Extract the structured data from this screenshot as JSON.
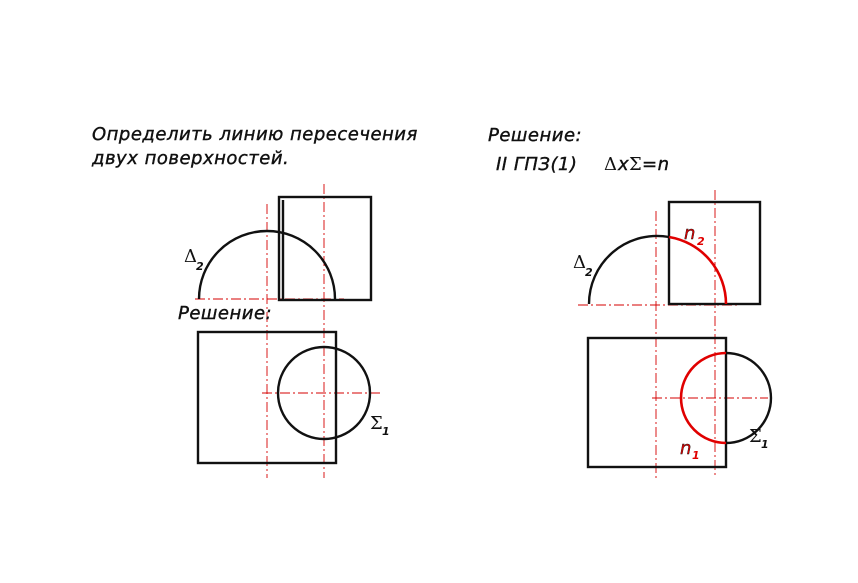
{
  "task": {
    "line1": "Определить  линию  пересечения",
    "line2": "двух  поверхностей."
  },
  "left": {
    "solution_label": "Решение:",
    "delta_symbol": "Δ",
    "delta_index": "2",
    "sigma_symbol": "Σ",
    "sigma_index": "1"
  },
  "right": {
    "solution_label": "Решение:",
    "step_prefix": "II  ГПЗ(1)",
    "step_delta": "Δ",
    "step_x": "x",
    "step_sigma": "Σ",
    "step_result": "=n",
    "delta_symbol": "Δ",
    "delta_index": "2",
    "sigma_symbol": "Σ",
    "sigma_index": "1",
    "n_front": "n",
    "n_front_index": "2",
    "n_top": "n",
    "n_top_index": "1"
  },
  "colors": {
    "line": "#111111",
    "highlight": "#e00000",
    "axis": "#d40000"
  }
}
